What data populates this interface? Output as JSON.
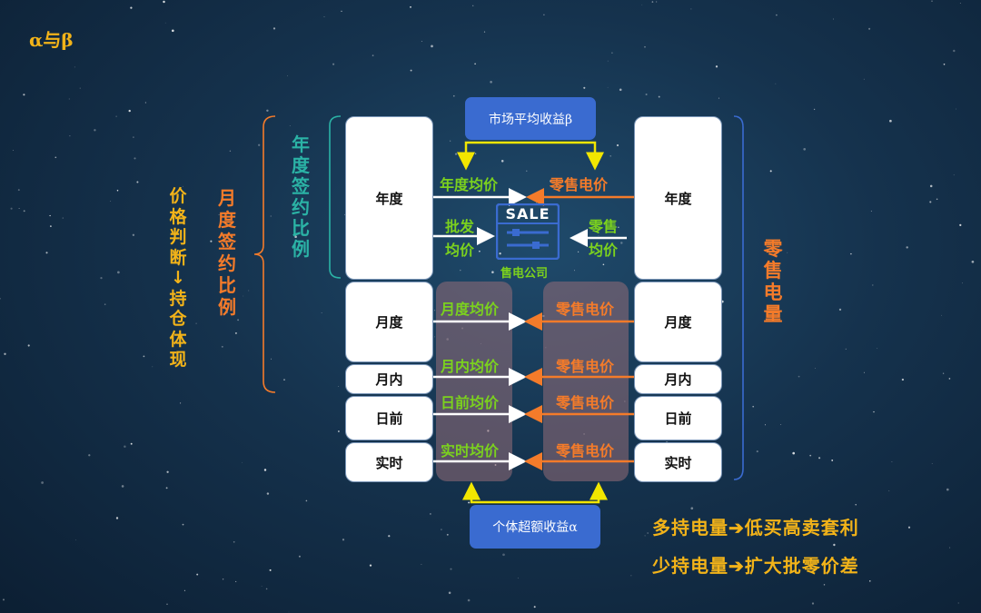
{
  "title": "α与β",
  "left_vertical": {
    "price_judgment": "价格判断↓持仓体现",
    "monthly_ratio": "月度签约比例",
    "annual_ratio": "年度签约比例"
  },
  "right_vertical": "零售电量",
  "left_boxes": [
    "年度",
    "月度",
    "月内",
    "日前",
    "实时"
  ],
  "right_boxes": [
    "年度",
    "月度",
    "月内",
    "日前",
    "实时"
  ],
  "beta_box": "市场平均收益β",
  "alpha_box": "个体超额收益α",
  "sale_icon_text": "SALE",
  "company_label": "售电公司",
  "annual_labels": {
    "annual_avg": "年度均价",
    "retail_price": "零售电价",
    "wholesale_line1": "批发",
    "wholesale_line2": "均价",
    "retail_line1": "零售",
    "retail_line2": "均价"
  },
  "period_labels": [
    {
      "left": "月度均价",
      "right": "零售电价"
    },
    {
      "left": "月内均价",
      "right": "零售电价"
    },
    {
      "left": "日前均价",
      "right": "零售电价"
    },
    {
      "left": "实时均价",
      "right": "零售电价"
    }
  ],
  "conclusions": [
    "多持电量➔低买高卖套利",
    "少持电量➔扩大批零价差"
  ],
  "colors": {
    "gold": "#f2b319",
    "teal": "#2bb3a6",
    "green": "#7bd11e",
    "orange": "#f47b2a",
    "blue": "#3a6bd0",
    "yellow_arrow": "#f2e600"
  }
}
